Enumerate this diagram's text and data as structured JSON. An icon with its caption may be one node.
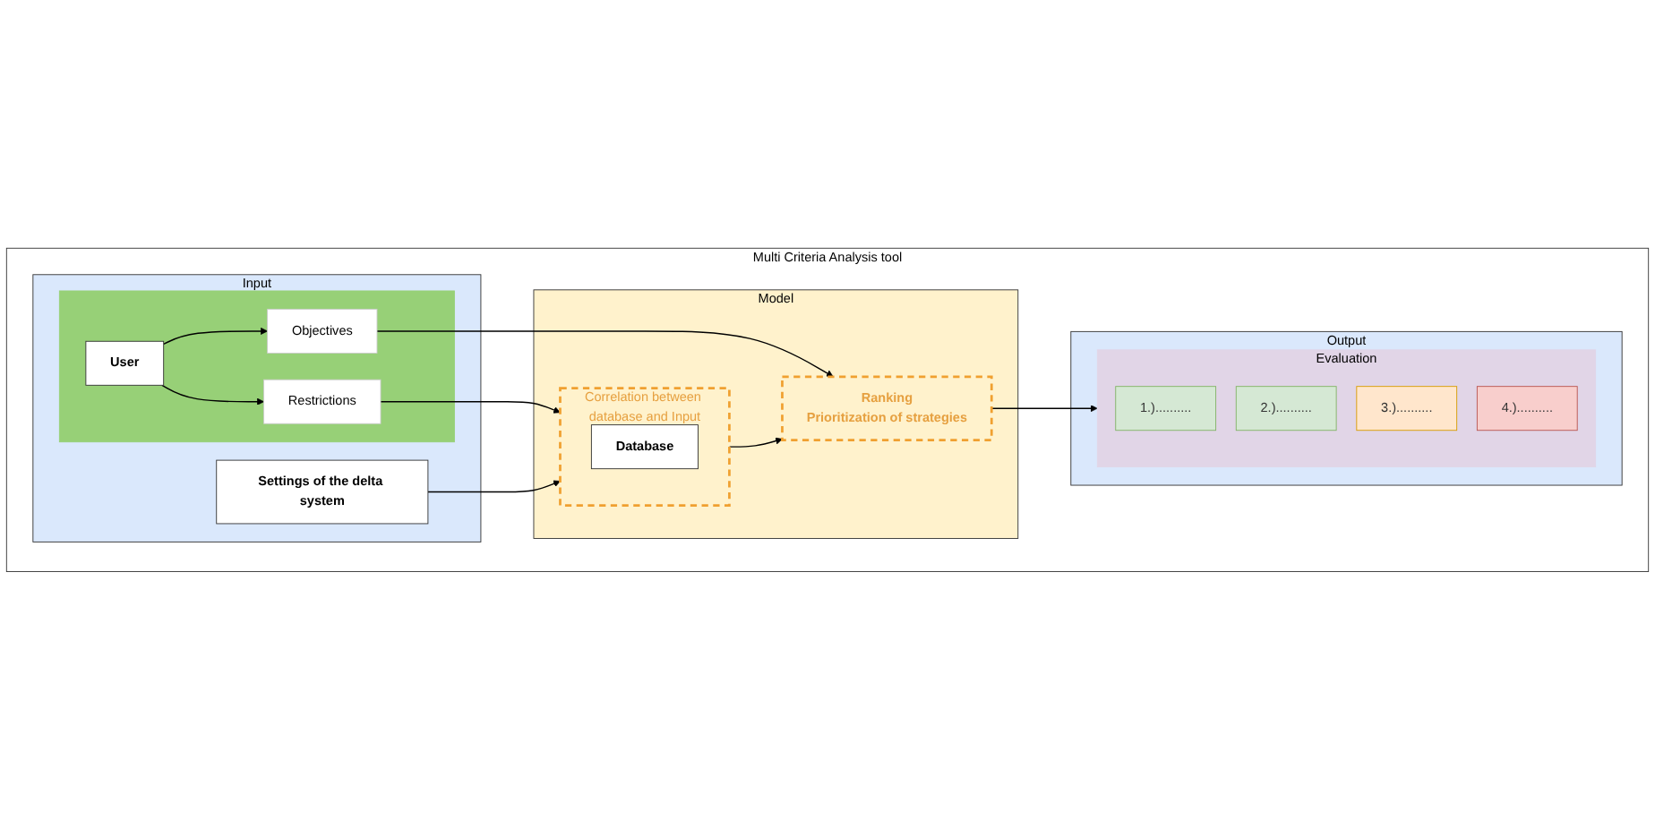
{
  "diagram": {
    "nodes": [
      {
        "text": [
          "Multi Criteria Analysis tool"
        ]
      },
      {
        "text": [
          "Input"
        ],
        "in": 0
      },
      {
        "text": [
          "Settings of the delta system"
        ],
        "in": 1
      },
      {
        "text": [],
        "shape": "box",
        "in": 1
      },
      {
        "text": [
          "User"
        ],
        "in": 3
      },
      {
        "text": [
          "Restrictions"
        ],
        "in": 3
      },
      {
        "text": [
          "Objectives"
        ],
        "in": 3
      },
      {
        "text": [
          "Model"
        ],
        "in": 0
      },
      {
        "text": [
          "Correlation between database and Input"
        ],
        "in": 7
      },
      {
        "text": [
          "Database"
        ],
        "in": 8
      },
      {
        "text": [
          "Ranking",
          "Prioritization of strategies"
        ],
        "in": 7
      },
      {
        "text": [
          "Output"
        ],
        "in": 0
      },
      {
        "text": [
          "Evaluation"
        ],
        "in": 11
      },
      {
        "text": [
          "1.).........."
        ],
        "in": 12
      },
      {
        "text": [
          "2.).........."
        ],
        "in": 12
      },
      {
        "text": [
          "3.).........."
        ],
        "in": 12
      },
      {
        "text": [
          "4.).........."
        ],
        "in": 12
      }
    ],
    "edges": [
      {
        "from": 2,
        "to": 8,
        "arrow": "to"
      },
      {
        "from": 4,
        "to": 5,
        "arrow": "to"
      },
      {
        "from": 4,
        "to": 6,
        "arrow": "to"
      },
      {
        "from": 5,
        "to": 8,
        "arrow": "to"
      },
      {
        "from": 6,
        "to": 10,
        "arrow": "to"
      },
      {
        "from": 8,
        "to": 10,
        "arrow": "to"
      },
      {
        "from": 10,
        "to": 12,
        "arrow": "to"
      }
    ]
  }
}
